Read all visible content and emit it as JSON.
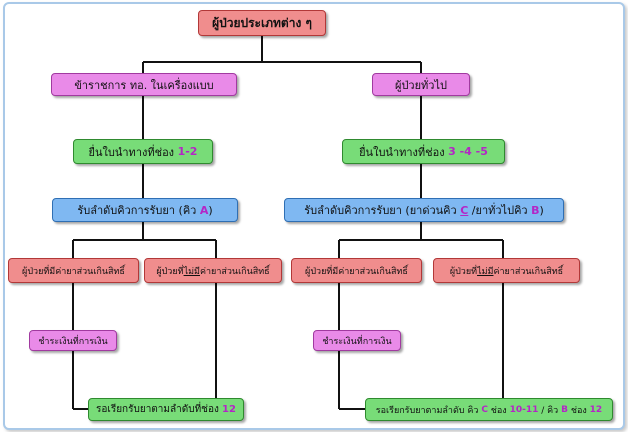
{
  "title": "ผู้ป่วยประเภทต่าง ๆ",
  "left": {
    "category": "ข้าราชการ ทอ. ในเครื่องแบบ",
    "submit": {
      "text": "ยื่นใบนำทางที่ช่อง",
      "number": "1-2"
    },
    "queue": {
      "text": "รับลำดับคิวการรับยา (คิว",
      "letter": "A",
      "close": ")"
    },
    "has_copay": "ผู้ป่วยที่มีค่ายาส่วนเกินสิทธิ์",
    "no_copay": {
      "prefix": "ผู้ป่วยที่",
      "underlined": "ไม่มี",
      "suffix": "ค่ายาส่วนเกินสิทธิ์"
    },
    "pay": "ชำระเงินที่การเงิน",
    "wait": {
      "text": "รอเรียกรับยาตามลำดับที่ช่อง",
      "number": "12"
    }
  },
  "right": {
    "category": "ผู้ป่วยทั่วไป",
    "submit": {
      "text": "ยื่นใบนำทางที่ช่อง",
      "number": "3 -4 -5"
    },
    "queue": {
      "text": "รับลำดับคิวการรับยา (ยาด่วนคิว",
      "letter_c": "C",
      "middle": "/ยาทั่วไปคิว",
      "letter_b": "B",
      "close": ")"
    },
    "has_copay": "ผู้ป่วยที่มีค่ายาส่วนเกินสิทธิ์",
    "no_copay": {
      "prefix": "ผู้ป่วยที่",
      "underlined": "ไม่มี",
      "suffix": "ค่ายาส่วนเกินสิทธิ์"
    },
    "pay": "ชำระเงินที่การเงิน",
    "wait": {
      "text": "รอเรียกรับยาตามลำดับ คิว",
      "c": "C",
      "c_ch": "ช่อง",
      "c_num": "10-11",
      "sep": "/ คิว",
      "b": "B",
      "b_ch": "ช่อง",
      "b_num": "12"
    }
  },
  "colors": {
    "red": "#f08d8d",
    "pink": "#e98ae8",
    "green": "#78dc78",
    "blue": "#7fb8f2",
    "highlight": "#b426c6"
  }
}
